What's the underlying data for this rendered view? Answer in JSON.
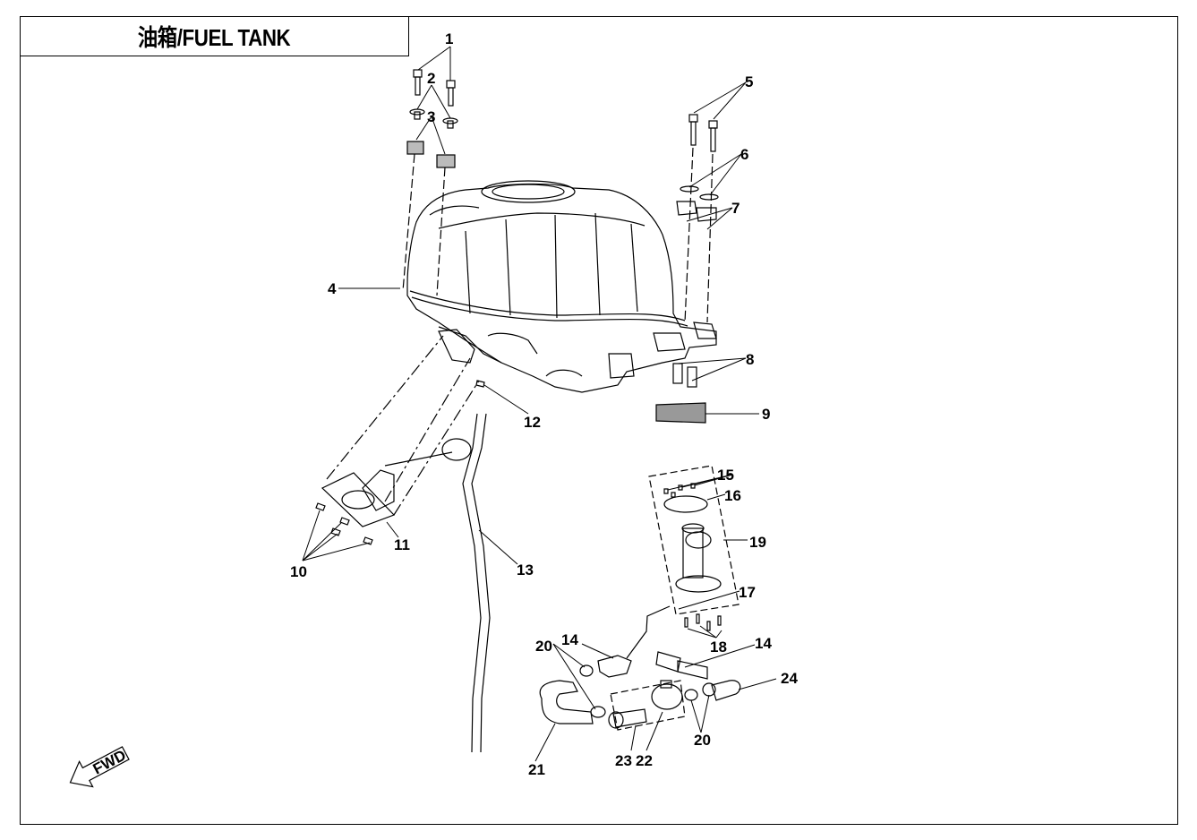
{
  "title": "油箱/FUEL TANK",
  "fwd_label": "FWD",
  "callouts": [
    "1",
    "2",
    "3",
    "4",
    "5",
    "6",
    "7",
    "8",
    "9",
    "10",
    "11",
    "12",
    "13",
    "14",
    "14",
    "15",
    "16",
    "17",
    "18",
    "19",
    "20",
    "20",
    "21",
    "22",
    "23",
    "24"
  ]
}
